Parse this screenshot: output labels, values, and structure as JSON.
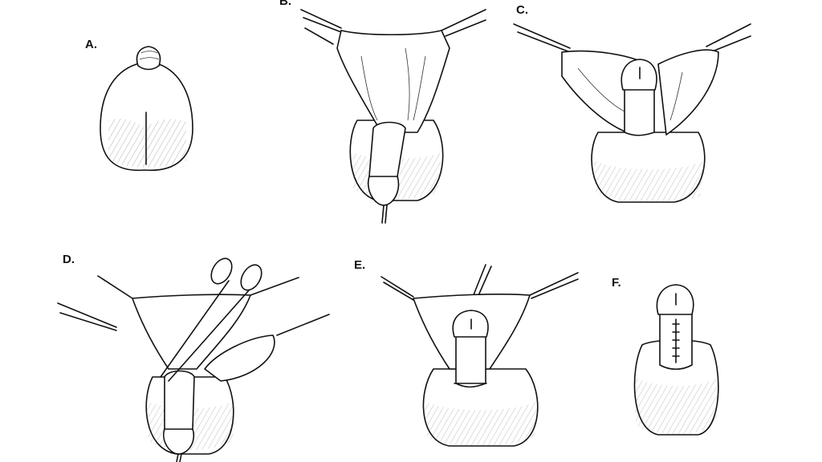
{
  "figure": {
    "panels": [
      {
        "id": "A",
        "label": "A."
      },
      {
        "id": "B",
        "label": "B."
      },
      {
        "id": "C",
        "label": "C."
      },
      {
        "id": "D",
        "label": "D."
      },
      {
        "id": "E",
        "label": "E."
      },
      {
        "id": "F",
        "label": "F."
      }
    ]
  }
}
